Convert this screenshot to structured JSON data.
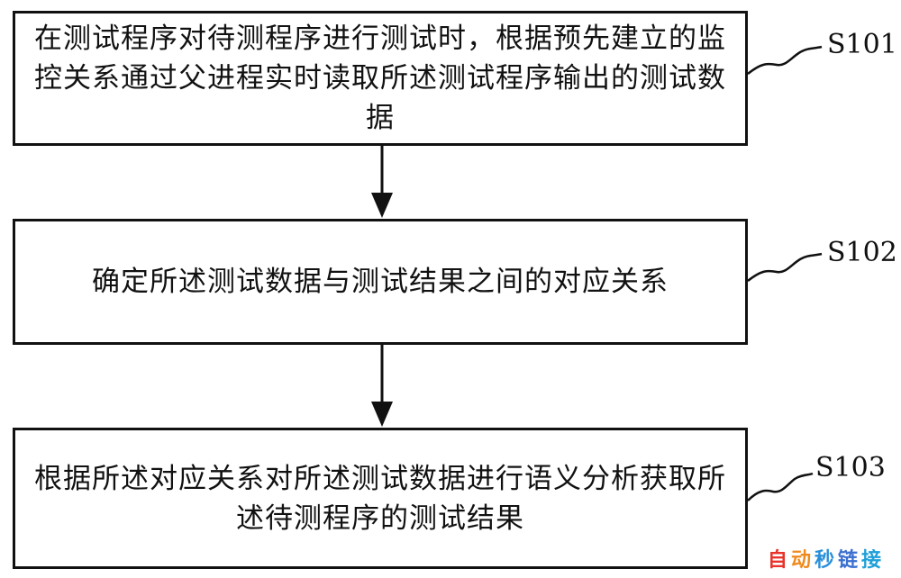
{
  "steps": [
    {
      "id": "S101",
      "text": "在测试程序对待测程序进行测试时，根据预先建立的监控关系通过父进程实时读取所述测试程序输出的测试数据"
    },
    {
      "id": "S102",
      "text": "确定所述测试数据与测试结果之间的对应关系"
    },
    {
      "id": "S103",
      "text": "根据所述对应关系对所述测试数据进行语义分析获取所述待测程序的测试结果"
    }
  ],
  "watermark": {
    "text": "自动秒链接",
    "colors": [
      "#e8322a",
      "#f08a1c",
      "#2a8fd8",
      "#3a6fd0",
      "#1fa0d8"
    ]
  },
  "colors": {
    "line": "#111111",
    "background": "#ffffff"
  }
}
